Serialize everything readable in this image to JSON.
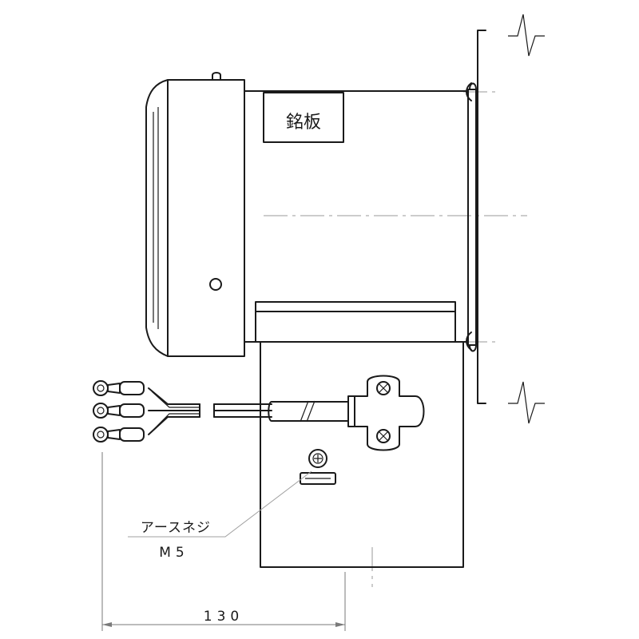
{
  "labels": {
    "nameplate": "銘板",
    "earth_screw": "アースネジ",
    "earth_screw_size": "M5",
    "dimension_width": "130"
  }
}
